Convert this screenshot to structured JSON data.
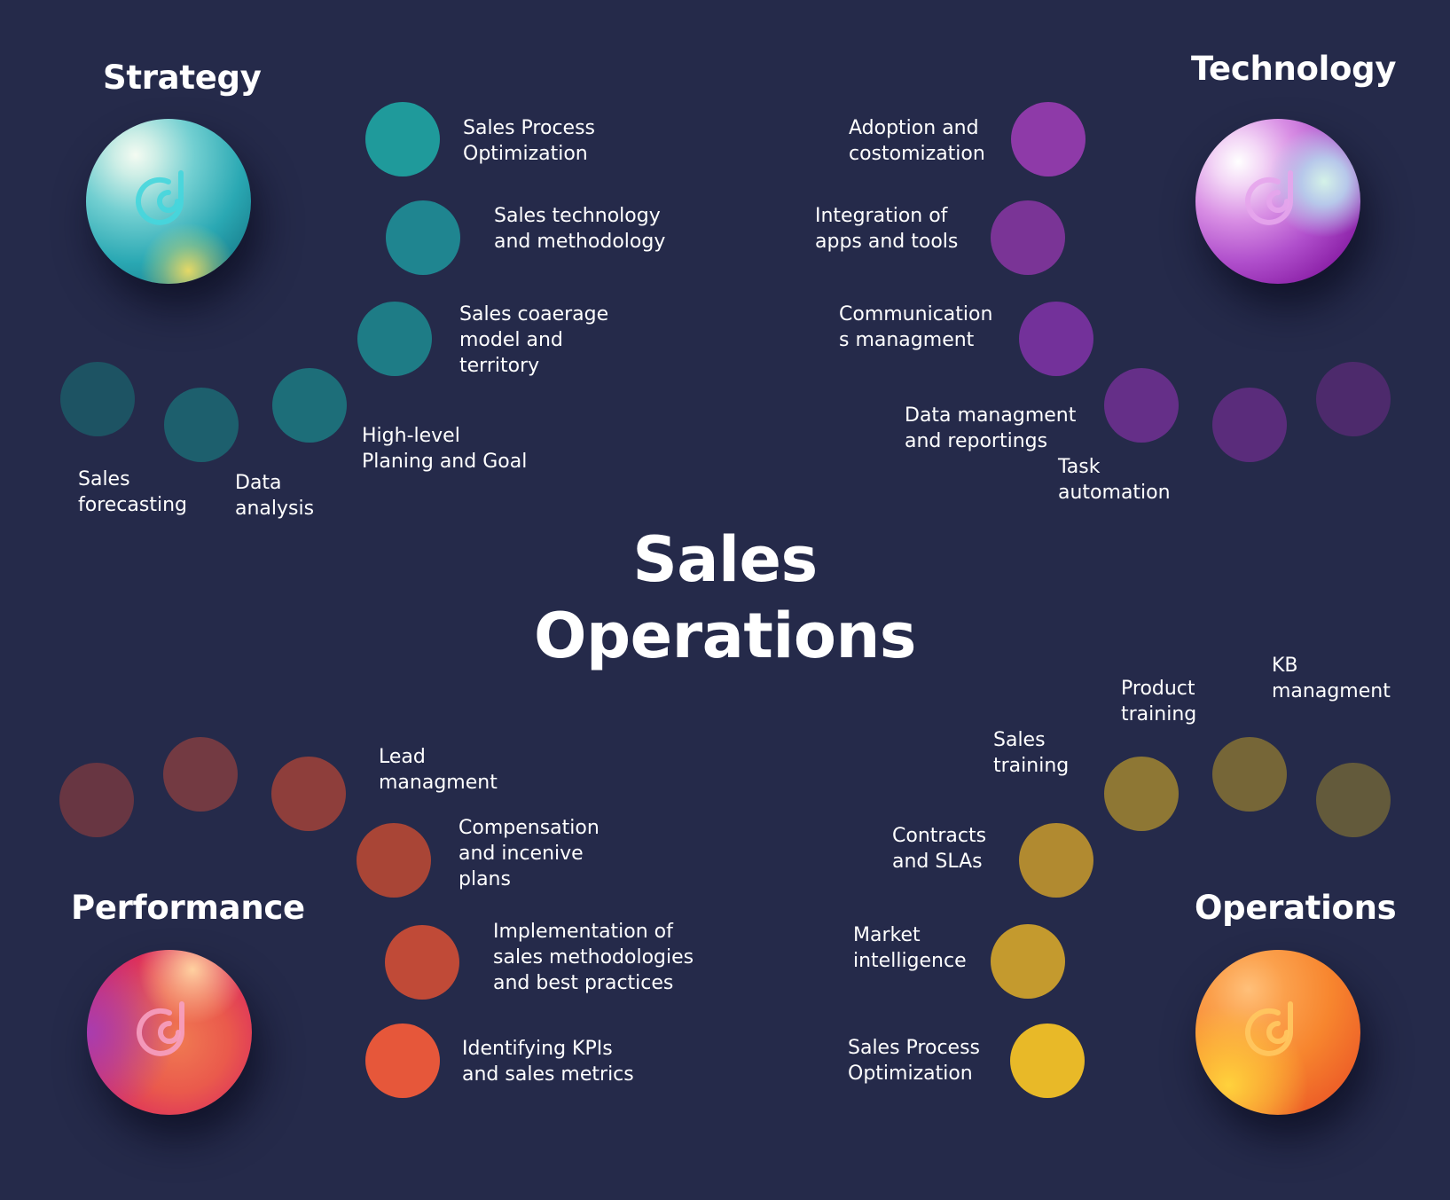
{
  "center_title": {
    "line1": "Sales",
    "line2": "Operations"
  },
  "quadrants": {
    "strategy": {
      "title": "Strategy",
      "icon": "logo-d-icon",
      "accent": "#1f9a9b"
    },
    "technology": {
      "title": "Technology",
      "icon": "logo-d-icon",
      "accent": "#8e3aa8"
    },
    "performance": {
      "title": "Performance",
      "icon": "logo-d-icon",
      "accent": "#e6573a"
    },
    "operations": {
      "title": "Operations",
      "icon": "logo-d-icon",
      "accent": "#e8b928"
    }
  },
  "strategy_items": [
    {
      "label": "Sales Process\nOptimization",
      "color": "#1f9a9b"
    },
    {
      "label": "Sales technology\nand methodology",
      "color": "#1f8590"
    },
    {
      "label": "Sales coaerage\nmodel and\nterritory",
      "color": "#1e7c86"
    },
    {
      "label": "High-level\nPlaning and Goal",
      "color": "#1d6e79"
    },
    {
      "label": "Data\nanalysis",
      "color": "#1d5f6d"
    },
    {
      "label": "Sales\nforecasting",
      "color": "#1d5363"
    }
  ],
  "technology_items": [
    {
      "label": "Adoption and\ncostomization",
      "color": "#8e3aa8"
    },
    {
      "label": "Integration of\napps and tools",
      "color": "#7a3496"
    },
    {
      "label": "Communication\ns managment",
      "color": "#73319a"
    },
    {
      "label": "Data managment\nand reportings",
      "color": "#652f88"
    },
    {
      "label": "Task\nautomation",
      "color": "#5a2c7b"
    },
    {
      "label": "",
      "color": "#4d2a6c"
    }
  ],
  "performance_items": [
    {
      "label": "Identifying KPIs\nand sales metrics",
      "color": "#e6573a"
    },
    {
      "label": "Implementation of\nsales methodologies\nand best practices",
      "color": "#c04a37"
    },
    {
      "label": "Compensation\nand incenive\nplans",
      "color": "#a94536"
    },
    {
      "label": "Lead\nmanagment",
      "color": "#8e3e3b"
    },
    {
      "label": "",
      "color": "#733a42"
    },
    {
      "label": "",
      "color": "#683642"
    }
  ],
  "operations_items": [
    {
      "label": "Sales Process\nOptimization",
      "color": "#e8b928"
    },
    {
      "label": "Market\nintelligence",
      "color": "#c49a2e"
    },
    {
      "label": "Contracts\nand SLAs",
      "color": "#b18a30"
    },
    {
      "label": "Sales\ntraining",
      "color": "#8e7734"
    },
    {
      "label": "Product\ntraining",
      "color": "#766637"
    },
    {
      "label": "KB\nmanagment",
      "color": "#635a3b"
    }
  ]
}
